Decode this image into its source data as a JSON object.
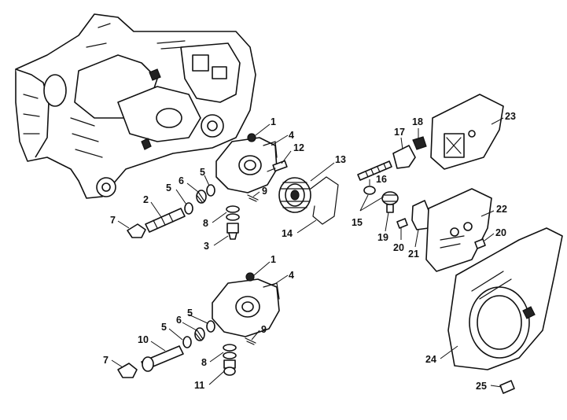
{
  "colors": {
    "ink": "#111111",
    "paper": "#ffffff"
  },
  "callouts": [
    {
      "id": "c1a",
      "label": "1"
    },
    {
      "id": "c4a",
      "label": "4"
    },
    {
      "id": "c12",
      "label": "12"
    },
    {
      "id": "c13",
      "label": "13"
    },
    {
      "id": "c5a",
      "label": "5"
    },
    {
      "id": "c6a",
      "label": "6"
    },
    {
      "id": "c5b",
      "label": "5"
    },
    {
      "id": "c2",
      "label": "2"
    },
    {
      "id": "c9a",
      "label": "9"
    },
    {
      "id": "c8a",
      "label": "8"
    },
    {
      "id": "c7a",
      "label": "7"
    },
    {
      "id": "c3",
      "label": "3"
    },
    {
      "id": "c14",
      "label": "14"
    },
    {
      "id": "c17",
      "label": "17"
    },
    {
      "id": "c18",
      "label": "18"
    },
    {
      "id": "c23",
      "label": "23"
    },
    {
      "id": "c16",
      "label": "16"
    },
    {
      "id": "c15",
      "label": "15"
    },
    {
      "id": "c19",
      "label": "19"
    },
    {
      "id": "c20a",
      "label": "20"
    },
    {
      "id": "c21",
      "label": "21"
    },
    {
      "id": "c22",
      "label": "22"
    },
    {
      "id": "c20b",
      "label": "20"
    },
    {
      "id": "c1b",
      "label": "1"
    },
    {
      "id": "c4b",
      "label": "4"
    },
    {
      "id": "c5c",
      "label": "5"
    },
    {
      "id": "c5d",
      "label": "5"
    },
    {
      "id": "c6b",
      "label": "6"
    },
    {
      "id": "c10",
      "label": "10"
    },
    {
      "id": "c9b",
      "label": "9"
    },
    {
      "id": "c7b",
      "label": "7"
    },
    {
      "id": "c8b",
      "label": "8"
    },
    {
      "id": "c11",
      "label": "11"
    },
    {
      "id": "c24",
      "label": "24"
    },
    {
      "id": "c25",
      "label": "25"
    }
  ]
}
